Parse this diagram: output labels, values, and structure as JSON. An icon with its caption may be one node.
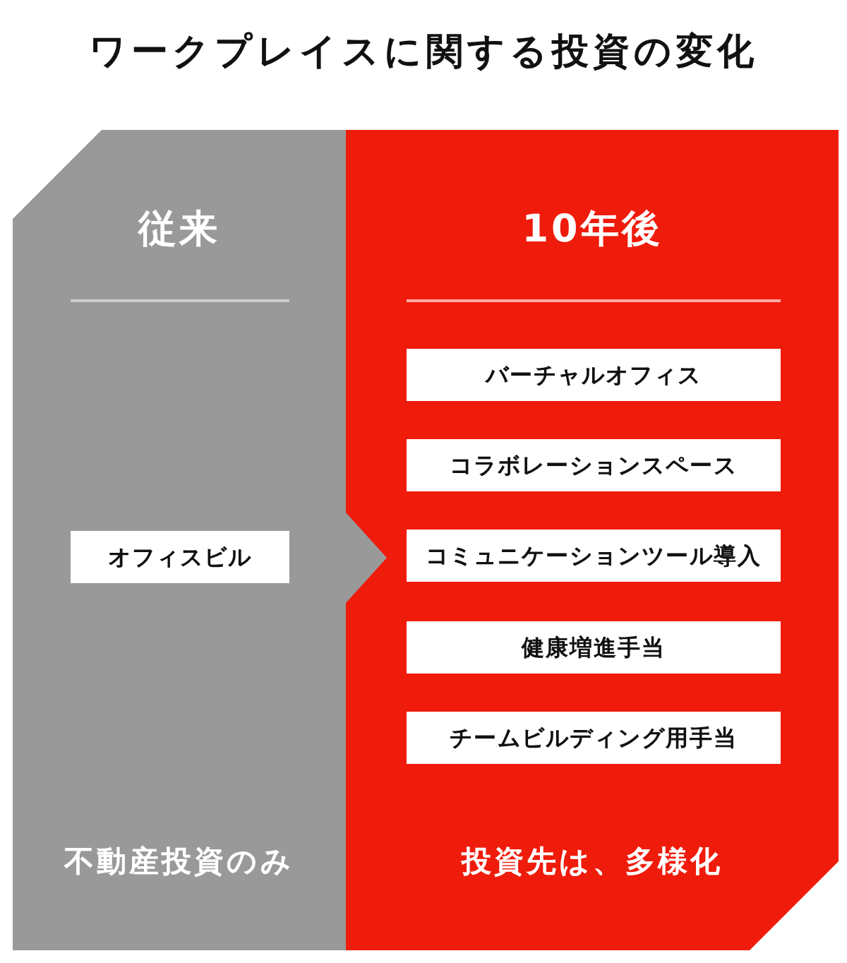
{
  "diagram": {
    "title": "ワークプレイスに関する投資の変化",
    "nodes": [
      {
        "text": [
          "従来",
          "不動産投資のみ"
        ]
      },
      {
        "text": [
          "オフィスビル"
        ],
        "in": 0
      },
      {
        "text": [
          "10年後",
          "投資先は、多様化"
        ]
      },
      {
        "text": [
          "バーチャルオフィス"
        ],
        "in": 2
      },
      {
        "text": [
          "コラボレーションスペース"
        ],
        "in": 2
      },
      {
        "text": [
          "コミュニケーションツール導入"
        ],
        "in": 2
      },
      {
        "text": [
          "健康増進手当"
        ],
        "in": 2
      },
      {
        "text": [
          "チームビルディング用手当"
        ],
        "in": 2
      }
    ],
    "edges": [
      {
        "from": 0,
        "to": 2,
        "arrow": "to"
      }
    ]
  }
}
